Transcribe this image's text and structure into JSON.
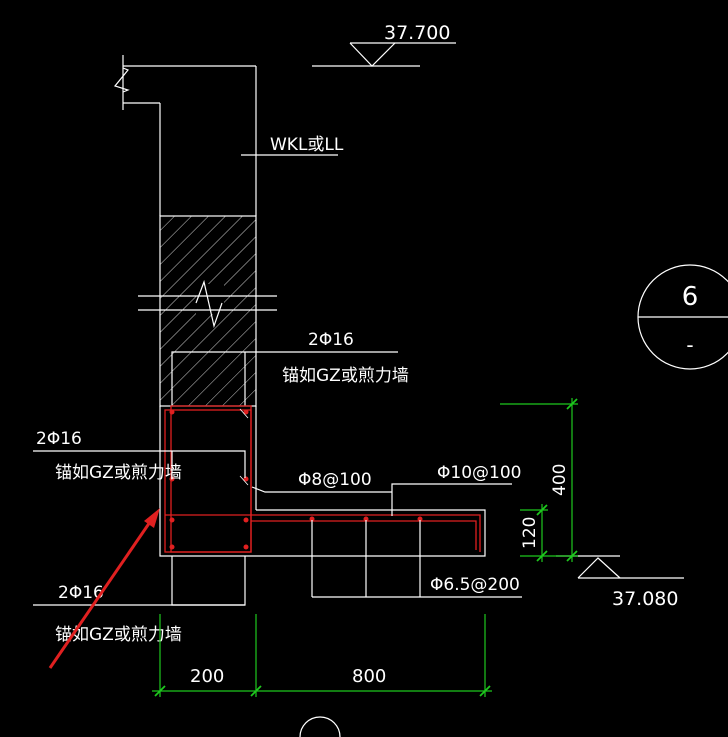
{
  "elevations": {
    "top": "37.700",
    "bottom": "37.080"
  },
  "beam_label": "WKL或LL",
  "rebar_notes": {
    "upper_bars": "2Φ16",
    "upper_anchor": "锚如GZ或煎力墙",
    "left_bars": "2Φ16",
    "left_anchor": "锚如GZ或煎力墙",
    "lower_bars": "2Φ16",
    "lower_anchor": "锚如GZ或煎力墙",
    "stirrup": "Φ8@100",
    "slab_top": "Φ10@100",
    "slab_bottom": "Φ6.5@200"
  },
  "dimensions": {
    "width_left": "200",
    "width_right": "800",
    "height_total": "400",
    "slab_thickness": "120"
  },
  "detail_marker": {
    "number": "6",
    "sheet": "-"
  },
  "colors": {
    "background": "#000000",
    "lines": "#ffffff",
    "dimension": "#1ec81e",
    "highlight": "#e02020"
  }
}
